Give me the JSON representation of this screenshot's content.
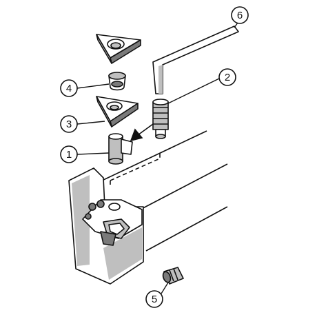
{
  "diagram": {
    "callouts": [
      {
        "id": "1",
        "label": "1"
      },
      {
        "id": "2",
        "label": "2"
      },
      {
        "id": "3",
        "label": "3"
      },
      {
        "id": "4",
        "label": "4"
      },
      {
        "id": "5",
        "label": "5"
      },
      {
        "id": "6",
        "label": "6"
      }
    ],
    "colors": {
      "line": "#111111",
      "part_fill": "#ffffff",
      "shade": "#bfbfbf",
      "dark_shade": "#7a7a7a"
    }
  }
}
